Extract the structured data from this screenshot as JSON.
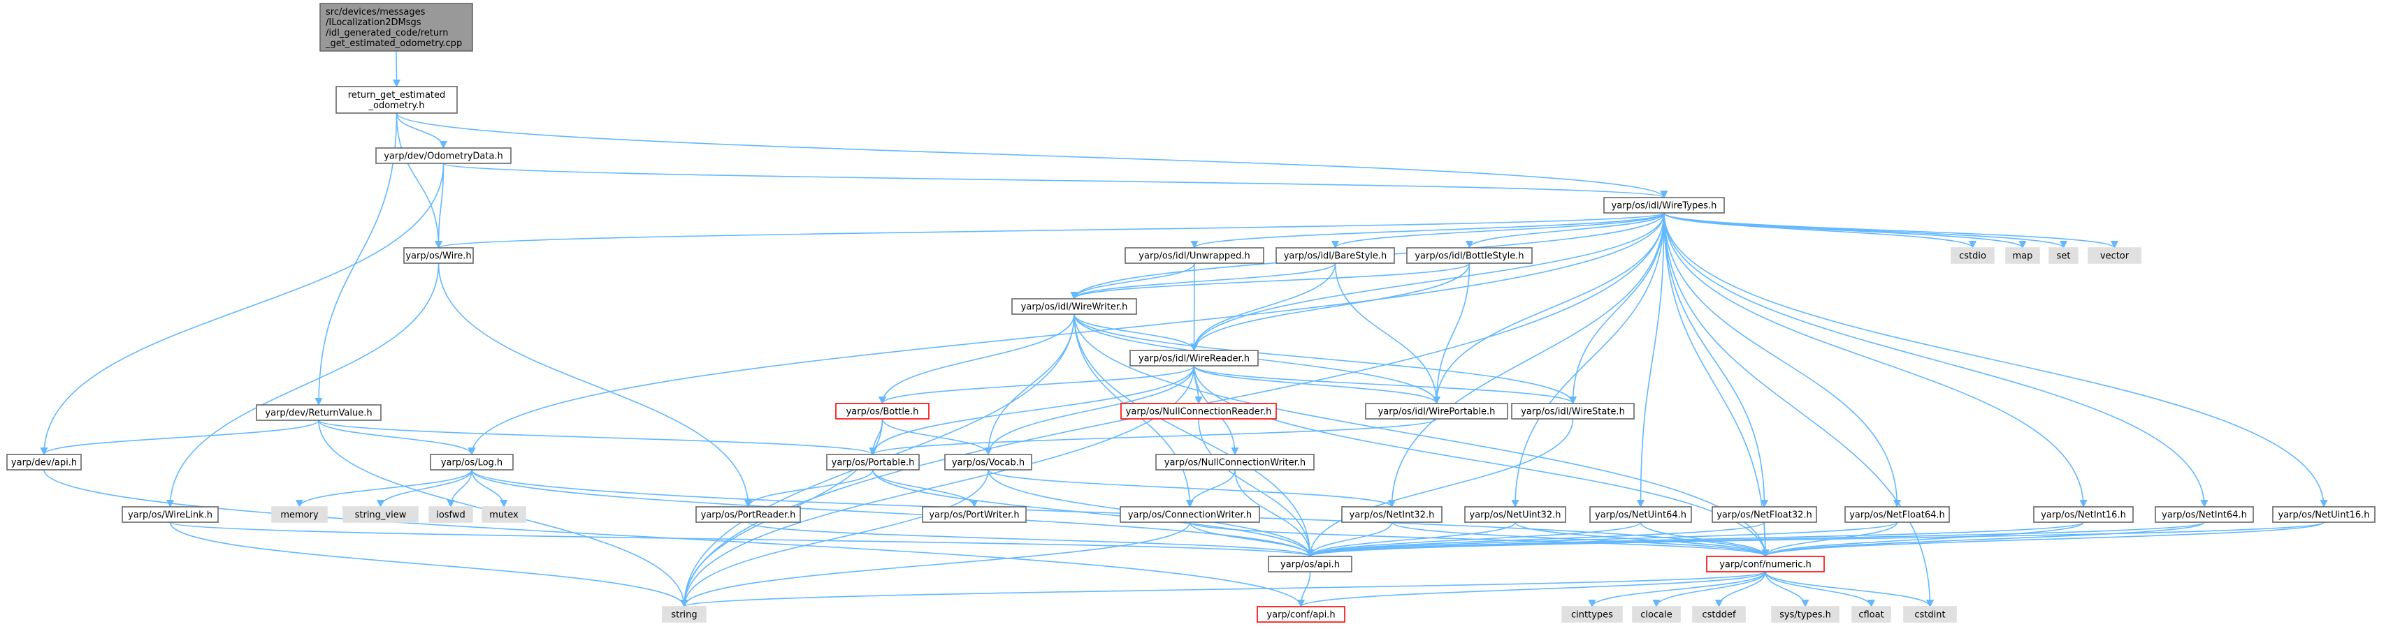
{
  "colors": {
    "edge": "#63b8ff",
    "root_fill": "#999999",
    "root_stroke": "#666666",
    "normal_fill": "#ffffff",
    "normal_stroke": "#666666",
    "system_fill": "#e0e0e0",
    "system_stroke": "#e0e0e0",
    "truncated_stroke": "#ff0000"
  },
  "nodes": [
    {
      "id": "root",
      "kind": "root",
      "lines": [
        "src/devices/messages",
        "/ILocalization2DMsgs",
        "/idl_generated_code/return",
        "_get_estimated_odometry.cpp"
      ]
    },
    {
      "id": "reo",
      "kind": "normal",
      "lines": [
        "return_get_estimated",
        "_odometry.h"
      ]
    },
    {
      "id": "odo",
      "kind": "normal",
      "lines": [
        "yarp/dev/OdometryData.h"
      ]
    },
    {
      "id": "wiretypes",
      "kind": "normal",
      "lines": [
        "yarp/os/idl/WireTypes.h"
      ]
    },
    {
      "id": "wire",
      "kind": "normal",
      "lines": [
        "yarp/os/Wire.h"
      ]
    },
    {
      "id": "retval",
      "kind": "normal",
      "lines": [
        "yarp/dev/ReturnValue.h"
      ]
    },
    {
      "id": "devapi",
      "kind": "normal",
      "lines": [
        "yarp/dev/api.h"
      ]
    },
    {
      "id": "log",
      "kind": "normal",
      "lines": [
        "yarp/os/Log.h"
      ]
    },
    {
      "id": "wirelink",
      "kind": "normal",
      "lines": [
        "yarp/os/WireLink.h"
      ]
    },
    {
      "id": "memory",
      "kind": "system",
      "lines": [
        "memory"
      ]
    },
    {
      "id": "string_view",
      "kind": "system",
      "lines": [
        "string_view"
      ]
    },
    {
      "id": "iosfwd",
      "kind": "system",
      "lines": [
        "iosfwd"
      ]
    },
    {
      "id": "mutex",
      "kind": "system",
      "lines": [
        "mutex"
      ]
    },
    {
      "id": "unwrapped",
      "kind": "normal",
      "lines": [
        "yarp/os/idl/Unwrapped.h"
      ]
    },
    {
      "id": "barestyle",
      "kind": "normal",
      "lines": [
        "yarp/os/idl/BareStyle.h"
      ]
    },
    {
      "id": "bottlestyle",
      "kind": "normal",
      "lines": [
        "yarp/os/idl/BottleStyle.h"
      ]
    },
    {
      "id": "wirewriter",
      "kind": "normal",
      "lines": [
        "yarp/os/idl/WireWriter.h"
      ]
    },
    {
      "id": "wirereader",
      "kind": "normal",
      "lines": [
        "yarp/os/idl/WireReader.h"
      ]
    },
    {
      "id": "bottle",
      "kind": "truncated",
      "lines": [
        "yarp/os/Bottle.h"
      ]
    },
    {
      "id": "nullconnreader",
      "kind": "truncated",
      "lines": [
        "yarp/os/NullConnectionReader.h"
      ]
    },
    {
      "id": "wireportable",
      "kind": "normal",
      "lines": [
        "yarp/os/idl/WirePortable.h"
      ]
    },
    {
      "id": "wirestate",
      "kind": "normal",
      "lines": [
        "yarp/os/idl/WireState.h"
      ]
    },
    {
      "id": "portable",
      "kind": "normal",
      "lines": [
        "yarp/os/Portable.h"
      ]
    },
    {
      "id": "vocab",
      "kind": "normal",
      "lines": [
        "yarp/os/Vocab.h"
      ]
    },
    {
      "id": "nullconnwriter",
      "kind": "normal",
      "lines": [
        "yarp/os/NullConnectionWriter.h"
      ]
    },
    {
      "id": "portreader",
      "kind": "normal",
      "lines": [
        "yarp/os/PortReader.h"
      ]
    },
    {
      "id": "portwriter",
      "kind": "normal",
      "lines": [
        "yarp/os/PortWriter.h"
      ]
    },
    {
      "id": "connwriter",
      "kind": "normal",
      "lines": [
        "yarp/os/ConnectionWriter.h"
      ]
    },
    {
      "id": "netint32",
      "kind": "normal",
      "lines": [
        "yarp/os/NetInt32.h"
      ]
    },
    {
      "id": "netuint32",
      "kind": "normal",
      "lines": [
        "yarp/os/NetUint32.h"
      ]
    },
    {
      "id": "netuint64",
      "kind": "normal",
      "lines": [
        "yarp/os/NetUint64.h"
      ]
    },
    {
      "id": "netfloat32",
      "kind": "normal",
      "lines": [
        "yarp/os/NetFloat32.h"
      ]
    },
    {
      "id": "netfloat64",
      "kind": "normal",
      "lines": [
        "yarp/os/NetFloat64.h"
      ]
    },
    {
      "id": "netint16",
      "kind": "normal",
      "lines": [
        "yarp/os/NetInt16.h"
      ]
    },
    {
      "id": "netint64",
      "kind": "normal",
      "lines": [
        "yarp/os/NetInt64.h"
      ]
    },
    {
      "id": "netuint16",
      "kind": "normal",
      "lines": [
        "yarp/os/NetUint16.h"
      ]
    },
    {
      "id": "osapi",
      "kind": "normal",
      "lines": [
        "yarp/os/api.h"
      ]
    },
    {
      "id": "numeric",
      "kind": "truncated",
      "lines": [
        "yarp/conf/numeric.h"
      ]
    },
    {
      "id": "string",
      "kind": "system",
      "lines": [
        "string"
      ]
    },
    {
      "id": "confapi",
      "kind": "truncated",
      "lines": [
        "yarp/conf/api.h"
      ]
    },
    {
      "id": "cinttypes",
      "kind": "system",
      "lines": [
        "cinttypes"
      ]
    },
    {
      "id": "clocale",
      "kind": "system",
      "lines": [
        "clocale"
      ]
    },
    {
      "id": "cstddef",
      "kind": "system",
      "lines": [
        "cstddef"
      ]
    },
    {
      "id": "systypes",
      "kind": "system",
      "lines": [
        "sys/types.h"
      ]
    },
    {
      "id": "cfloat",
      "kind": "system",
      "lines": [
        "cfloat"
      ]
    },
    {
      "id": "cstdint",
      "kind": "system",
      "lines": [
        "cstdint"
      ]
    },
    {
      "id": "cstdio",
      "kind": "system",
      "lines": [
        "cstdio"
      ]
    },
    {
      "id": "map",
      "kind": "system",
      "lines": [
        "map"
      ]
    },
    {
      "id": "set",
      "kind": "system",
      "lines": [
        "set"
      ]
    },
    {
      "id": "vector",
      "kind": "system",
      "lines": [
        "vector"
      ]
    }
  ],
  "edges": [
    [
      "root",
      "reo"
    ],
    [
      "reo",
      "odo"
    ],
    [
      "reo",
      "wiretypes"
    ],
    [
      "reo",
      "wire"
    ],
    [
      "reo",
      "retval"
    ],
    [
      "odo",
      "wiretypes"
    ],
    [
      "odo",
      "wire"
    ],
    [
      "odo",
      "devapi"
    ],
    [
      "wiretypes",
      "wire"
    ],
    [
      "wiretypes",
      "unwrapped"
    ],
    [
      "wiretypes",
      "barestyle"
    ],
    [
      "wiretypes",
      "bottlestyle"
    ],
    [
      "wiretypes",
      "wirewriter"
    ],
    [
      "wiretypes",
      "wirereader"
    ],
    [
      "wiretypes",
      "wireportable"
    ],
    [
      "wiretypes",
      "wirestate"
    ],
    [
      "wiretypes",
      "log"
    ],
    [
      "wiretypes",
      "string"
    ],
    [
      "wiretypes",
      "netint32"
    ],
    [
      "wiretypes",
      "netuint32"
    ],
    [
      "wiretypes",
      "netuint64"
    ],
    [
      "wiretypes",
      "netfloat32"
    ],
    [
      "wiretypes",
      "netfloat64"
    ],
    [
      "wiretypes",
      "netint16"
    ],
    [
      "wiretypes",
      "netint64"
    ],
    [
      "wiretypes",
      "netuint16"
    ],
    [
      "wiretypes",
      "numeric"
    ],
    [
      "wiretypes",
      "cstdio"
    ],
    [
      "wiretypes",
      "map"
    ],
    [
      "wiretypes",
      "set"
    ],
    [
      "wiretypes",
      "vector"
    ],
    [
      "wiretypes",
      "cstdint"
    ],
    [
      "wire",
      "wirelink"
    ],
    [
      "wire",
      "portreader"
    ],
    [
      "retval",
      "devapi"
    ],
    [
      "retval",
      "log"
    ],
    [
      "retval",
      "portable"
    ],
    [
      "retval",
      "string"
    ],
    [
      "devapi",
      "confapi"
    ],
    [
      "log",
      "memory"
    ],
    [
      "log",
      "string_view"
    ],
    [
      "log",
      "iosfwd"
    ],
    [
      "log",
      "mutex"
    ],
    [
      "log",
      "osapi"
    ],
    [
      "log",
      "numeric"
    ],
    [
      "wirelink",
      "osapi"
    ],
    [
      "wirelink",
      "string"
    ],
    [
      "unwrapped",
      "wirewriter"
    ],
    [
      "unwrapped",
      "wirereader"
    ],
    [
      "barestyle",
      "wirewriter"
    ],
    [
      "barestyle",
      "wirereader"
    ],
    [
      "barestyle",
      "wireportable"
    ],
    [
      "bottlestyle",
      "wirewriter"
    ],
    [
      "bottlestyle",
      "wirereader"
    ],
    [
      "bottlestyle",
      "wireportable"
    ],
    [
      "wirewriter",
      "wirereader"
    ],
    [
      "wirewriter",
      "bottle"
    ],
    [
      "wirewriter",
      "vocab"
    ],
    [
      "wirewriter",
      "wireportable"
    ],
    [
      "wirewriter",
      "wirestate"
    ],
    [
      "wirewriter",
      "connwriter"
    ],
    [
      "wirewriter",
      "string"
    ],
    [
      "wirewriter",
      "osapi"
    ],
    [
      "wirewriter",
      "numeric"
    ],
    [
      "wirereader",
      "bottle"
    ],
    [
      "wirereader",
      "nullconnreader"
    ],
    [
      "wirereader",
      "wireportable"
    ],
    [
      "wirereader",
      "wirestate"
    ],
    [
      "wirereader",
      "vocab"
    ],
    [
      "wirereader",
      "nullconnwriter"
    ],
    [
      "wirereader",
      "portable"
    ],
    [
      "wirereader",
      "string"
    ],
    [
      "wirereader",
      "numeric"
    ],
    [
      "bottle",
      "portable"
    ],
    [
      "bottle",
      "vocab"
    ],
    [
      "bottle",
      "string"
    ],
    [
      "nullconnreader",
      "osapi"
    ],
    [
      "wireportable",
      "portable"
    ],
    [
      "wirestate",
      "osapi"
    ],
    [
      "portable",
      "portreader"
    ],
    [
      "portable",
      "portwriter"
    ],
    [
      "portable",
      "osapi"
    ],
    [
      "vocab",
      "netint32"
    ],
    [
      "vocab",
      "string"
    ],
    [
      "vocab",
      "osapi"
    ],
    [
      "nullconnwriter",
      "connwriter"
    ],
    [
      "nullconnwriter",
      "osapi"
    ],
    [
      "portreader",
      "osapi"
    ],
    [
      "connwriter",
      "osapi"
    ],
    [
      "connwriter",
      "string"
    ],
    [
      "connwriter",
      "numeric"
    ],
    [
      "netint32",
      "osapi"
    ],
    [
      "netint32",
      "numeric"
    ],
    [
      "netuint32",
      "osapi"
    ],
    [
      "netuint32",
      "numeric"
    ],
    [
      "netuint64",
      "osapi"
    ],
    [
      "netuint64",
      "numeric"
    ],
    [
      "netfloat32",
      "osapi"
    ],
    [
      "netfloat32",
      "numeric"
    ],
    [
      "netfloat64",
      "osapi"
    ],
    [
      "netfloat64",
      "numeric"
    ],
    [
      "netint16",
      "osapi"
    ],
    [
      "netint16",
      "numeric"
    ],
    [
      "netint64",
      "osapi"
    ],
    [
      "netint64",
      "numeric"
    ],
    [
      "netuint16",
      "osapi"
    ],
    [
      "netuint16",
      "numeric"
    ],
    [
      "osapi",
      "confapi"
    ],
    [
      "numeric",
      "string"
    ],
    [
      "numeric",
      "confapi"
    ],
    [
      "numeric",
      "cinttypes"
    ],
    [
      "numeric",
      "clocale"
    ],
    [
      "numeric",
      "cstddef"
    ],
    [
      "numeric",
      "systypes"
    ],
    [
      "numeric",
      "cfloat"
    ],
    [
      "numeric",
      "cstdint"
    ]
  ]
}
